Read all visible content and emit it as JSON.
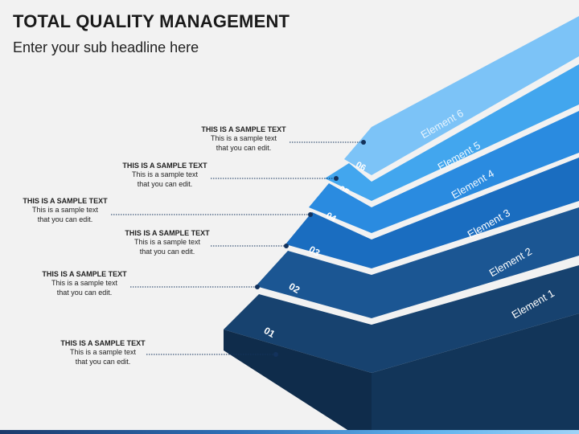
{
  "title": "TOTAL QUALITY MANAGEMENT",
  "subtitle": "Enter your sub headline here",
  "colors": {
    "tier1": "#17426f",
    "tier2": "#1b5693",
    "tier3": "#1a6dc0",
    "tier4": "#2a8be0",
    "tier5": "#42a6ee",
    "tier6": "#7cc3f7",
    "dot": "#13325c",
    "background": "#f2f2f2"
  },
  "tiers": [
    {
      "number": "01",
      "label": "Element 1",
      "callout_title": "THIS IS A SAMPLE TEXT",
      "callout_line1": "This is a sample text",
      "callout_line2": "that you can edit."
    },
    {
      "number": "02",
      "label": "Element 2",
      "callout_title": "THIS IS A SAMPLE TEXT",
      "callout_line1": "This is a sample text",
      "callout_line2": "that you can edit."
    },
    {
      "number": "03",
      "label": "Element 3",
      "callout_title": "THIS IS A SAMPLE TEXT",
      "callout_line1": "This is a sample text",
      "callout_line2": "that you can edit."
    },
    {
      "number": "04",
      "label": "Element 4",
      "callout_title": "THIS IS A SAMPLE TEXT",
      "callout_line1": "This is a sample text",
      "callout_line2": "that you can edit."
    },
    {
      "number": "05",
      "label": "Element 5",
      "callout_title": "THIS IS A SAMPLE TEXT",
      "callout_line1": "This is a sample text",
      "callout_line2": "that you can edit."
    },
    {
      "number": "06",
      "label": "Element 6",
      "callout_title": "THIS IS A SAMPLE TEXT",
      "callout_line1": "This is a sample text",
      "callout_line2": "that you can edit."
    }
  ]
}
